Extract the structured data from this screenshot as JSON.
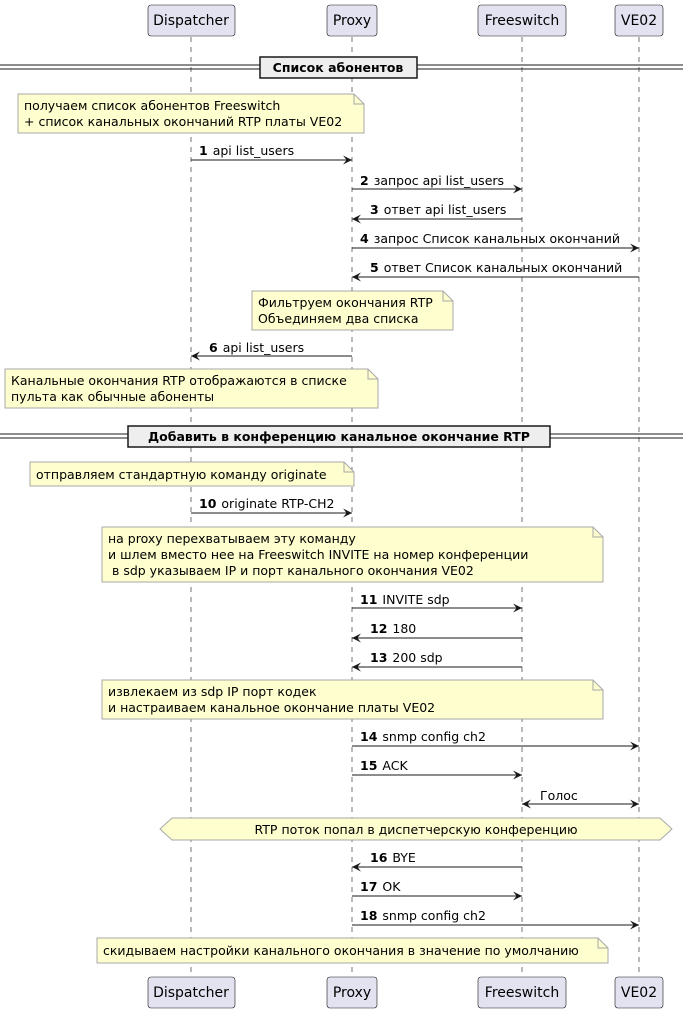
{
  "participants": {
    "dispatcher": "Dispatcher",
    "proxy": "Proxy",
    "freeswitch": "Freeswitch",
    "ve02": "VE02"
  },
  "dividers": {
    "d1": "Список абонентов",
    "d2": "Добавить в конференцию канальное окончание RTP"
  },
  "notes": {
    "n1": [
      "получаем список абонентов Freeswitch",
      "+ список канальных окончаний RTP платы VE02"
    ],
    "n2": [
      "Фильтруем окончания RTP",
      "Объединяем два списка"
    ],
    "n3": [
      "Канальные окончания RTP отображаются в списке",
      "пульта как обычные абоненты"
    ],
    "n4": [
      "отправляем стандартную команду originate"
    ],
    "n5": [
      "на proxy перехватываем эту команду",
      "и шлем вместо нее на Freeswitch INVITE на номер конференции",
      " в sdp указываем IP и порт канального окончания VE02"
    ],
    "n6": [
      "извлекаем из sdp IP порт кодек",
      "и настраиваем канальное окончание платы VE02"
    ],
    "n7": "RTP поток попал в диспетчерскую конференцию",
    "n8": [
      "скидываем настройки канального окончания в значение по умолчанию"
    ]
  },
  "messages": [
    {
      "num": "1",
      "label": "api list_users"
    },
    {
      "num": "2",
      "label": "запрос api list_users"
    },
    {
      "num": "3",
      "label": "ответ api list_users"
    },
    {
      "num": "4",
      "label": "запрос Список канальных окончаний"
    },
    {
      "num": "5",
      "label": "ответ Список канальных окончаний"
    },
    {
      "num": "6",
      "label": "api list_users"
    },
    {
      "num": "10",
      "label": "originate RTP-CH2"
    },
    {
      "num": "11",
      "label": "INVITE sdp"
    },
    {
      "num": "12",
      "label": "180"
    },
    {
      "num": "13",
      "label": "200 sdp"
    },
    {
      "num": "14",
      "label": "snmp config ch2"
    },
    {
      "num": "15",
      "label": "ACK"
    },
    {
      "num": "",
      "label": "Голос"
    },
    {
      "num": "16",
      "label": "BYE"
    },
    {
      "num": "17",
      "label": "OK"
    },
    {
      "num": "18",
      "label": "snmp config ch2"
    }
  ]
}
